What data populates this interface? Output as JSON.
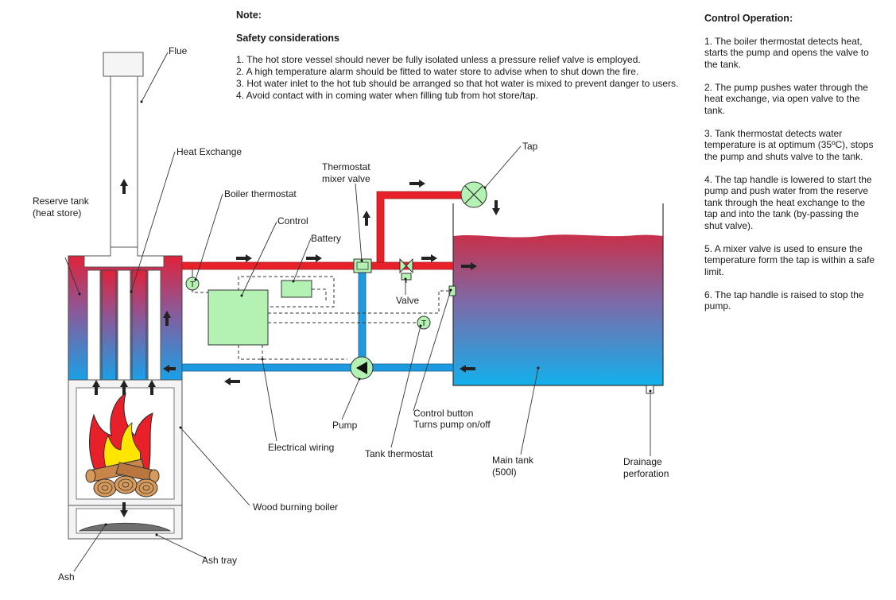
{
  "note": {
    "heading": "Note:",
    "subheading": "Safety considerations",
    "items": [
      "1. The hot store vessel should never be fully isolated unless a pressure relief valve is employed.",
      "2. A high temperature alarm should be fitted to water store to advise when to shut down the fire.",
      "3. Hot water inlet to the hot tub should be arranged so that hot water is mixed to prevent danger to users.",
      "4. Avoid contact with in coming water when filling tub from hot store/tap."
    ]
  },
  "control_operation": {
    "heading": "Control Operation:",
    "steps": [
      "1. The boiler thermostat detects heat, starts the pump and opens the valve to the tank.",
      "2. The pump pushes water through the heat exchange, via open valve to the tank.",
      "3. Tank thermostat detects water temperature is at optimum (35ºC), stops the pump and shuts valve to the tank.",
      "4. The tap handle is lowered to start the pump and push water from the reserve tank through the heat exchange to the tap and into the tank (by-passing the shut valve).",
      "5. A mixer valve is used to ensure the temperature form the tap is within a safe limit.",
      "6. The tap handle is raised to stop the pump."
    ]
  },
  "labels": {
    "flue": "Flue",
    "heat_exchange": "Heat Exchange",
    "reserve_tank_1": "Reserve tank",
    "reserve_tank_2": "(heat store)",
    "boiler_thermostat": "Boiler thermostat",
    "control": "Control",
    "battery": "Battery",
    "mixer_valve_1": "Thermostat",
    "mixer_valve_2": "mixer valve",
    "tap": "Tap",
    "valve": "Valve",
    "pump": "Pump",
    "control_button_1": "Control button",
    "control_button_2": "Turns pump on/off",
    "electrical_wiring": "Electrical wiring",
    "tank_thermostat": "Tank thermostat",
    "main_tank_1": "Main tank",
    "main_tank_2": "(500l)",
    "drainage_1": "Drainage",
    "drainage_2": "perforation",
    "wood_boiler": "Wood burning boiler",
    "ash_tray": "Ash tray",
    "ash": "Ash",
    "thermostat_symbol": "T"
  },
  "colors": {
    "hot_pipe": "#e8202a",
    "cold_pipe": "#1e9be0",
    "component_fill": "#b3f2b3",
    "flame_outer": "#e8202a",
    "flame_inner": "#ffe600",
    "log": "#c8864a"
  }
}
